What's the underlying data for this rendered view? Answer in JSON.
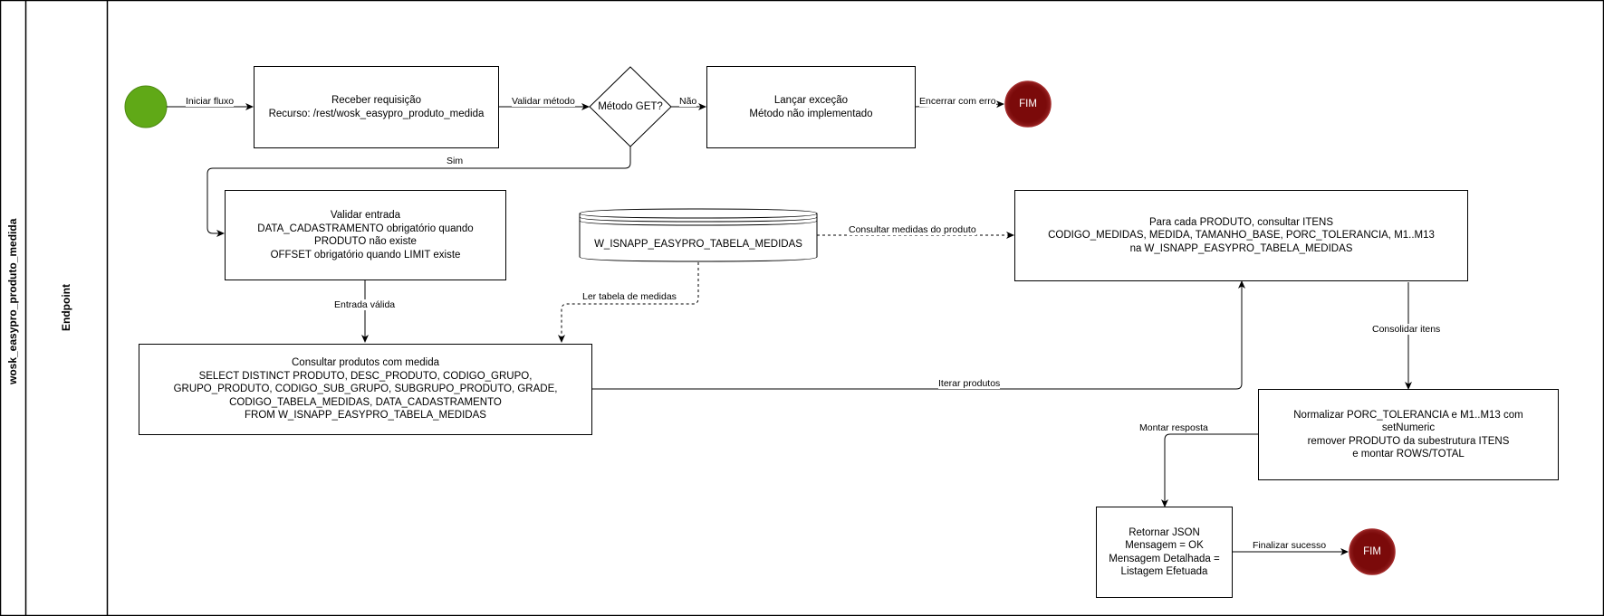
{
  "pool": {
    "title": "wosk_easypro_produto_medida",
    "lane": "Endpoint"
  },
  "nodes": {
    "start": {
      "kind": "start-event",
      "color": "#60a917"
    },
    "receive": {
      "text": "Receber requisição\nRecurso: /rest/wosk_easypro_produto_medida"
    },
    "decision": {
      "text": "Método GET?"
    },
    "exception": {
      "text": "Lançar exceção\nMétodo não implementado"
    },
    "end_error": {
      "text": "FIM",
      "color": "#7b0a0a"
    },
    "validate": {
      "text": "Validar entrada\nDATA_CADASTRAMENTO obrigatório quando\nPRODUTO não existe\nOFFSET obrigatório quando LIMIT existe"
    },
    "database": {
      "text": "W_ISNAPP_EASYPRO_TABELA_MEDIDAS"
    },
    "query_items": {
      "text": "Para cada PRODUTO, consultar ITENS\nCODIGO_MEDIDAS, MEDIDA, TAMANHO_BASE, PORC_TOLERANCIA, M1..M13\nna W_ISNAPP_EASYPRO_TABELA_MEDIDAS"
    },
    "query_products": {
      "text": "Consultar produtos com medida\nSELECT DISTINCT PRODUTO, DESC_PRODUTO, CODIGO_GRUPO,\nGRUPO_PRODUTO, CODIGO_SUB_GRUPO, SUBGRUPO_PRODUTO, GRADE,\nCODIGO_TABELA_MEDIDAS, DATA_CADASTRAMENTO\nFROM W_ISNAPP_EASYPRO_TABELA_MEDIDAS"
    },
    "normalize": {
      "text": "Normalizar PORC_TOLERANCIA e M1..M13 com\nsetNumeric\nremover PRODUTO da subestrutura ITENS\ne montar ROWS/TOTAL"
    },
    "return_json": {
      "text": "Retornar JSON\nMensagem = OK\nMensagem Detalhada =\nListagem Efetuada"
    },
    "end_success": {
      "text": "FIM",
      "color": "#7b0a0a"
    }
  },
  "edges": {
    "start_to_receive": "Iniciar fluxo",
    "receive_to_decision": "Validar método",
    "decision_no": "Não",
    "exception_to_end": "Encerrar com erro",
    "decision_yes": "Sim",
    "validate_to_query": "Entrada válida",
    "db_to_query_products": "Ler tabela de medidas",
    "db_to_query_items": "Consultar medidas do produto",
    "iterate": "Iterar produtos",
    "consolidate": "Consolidar itens",
    "build_response": "Montar resposta",
    "finish_success": "Finalizar sucesso"
  }
}
